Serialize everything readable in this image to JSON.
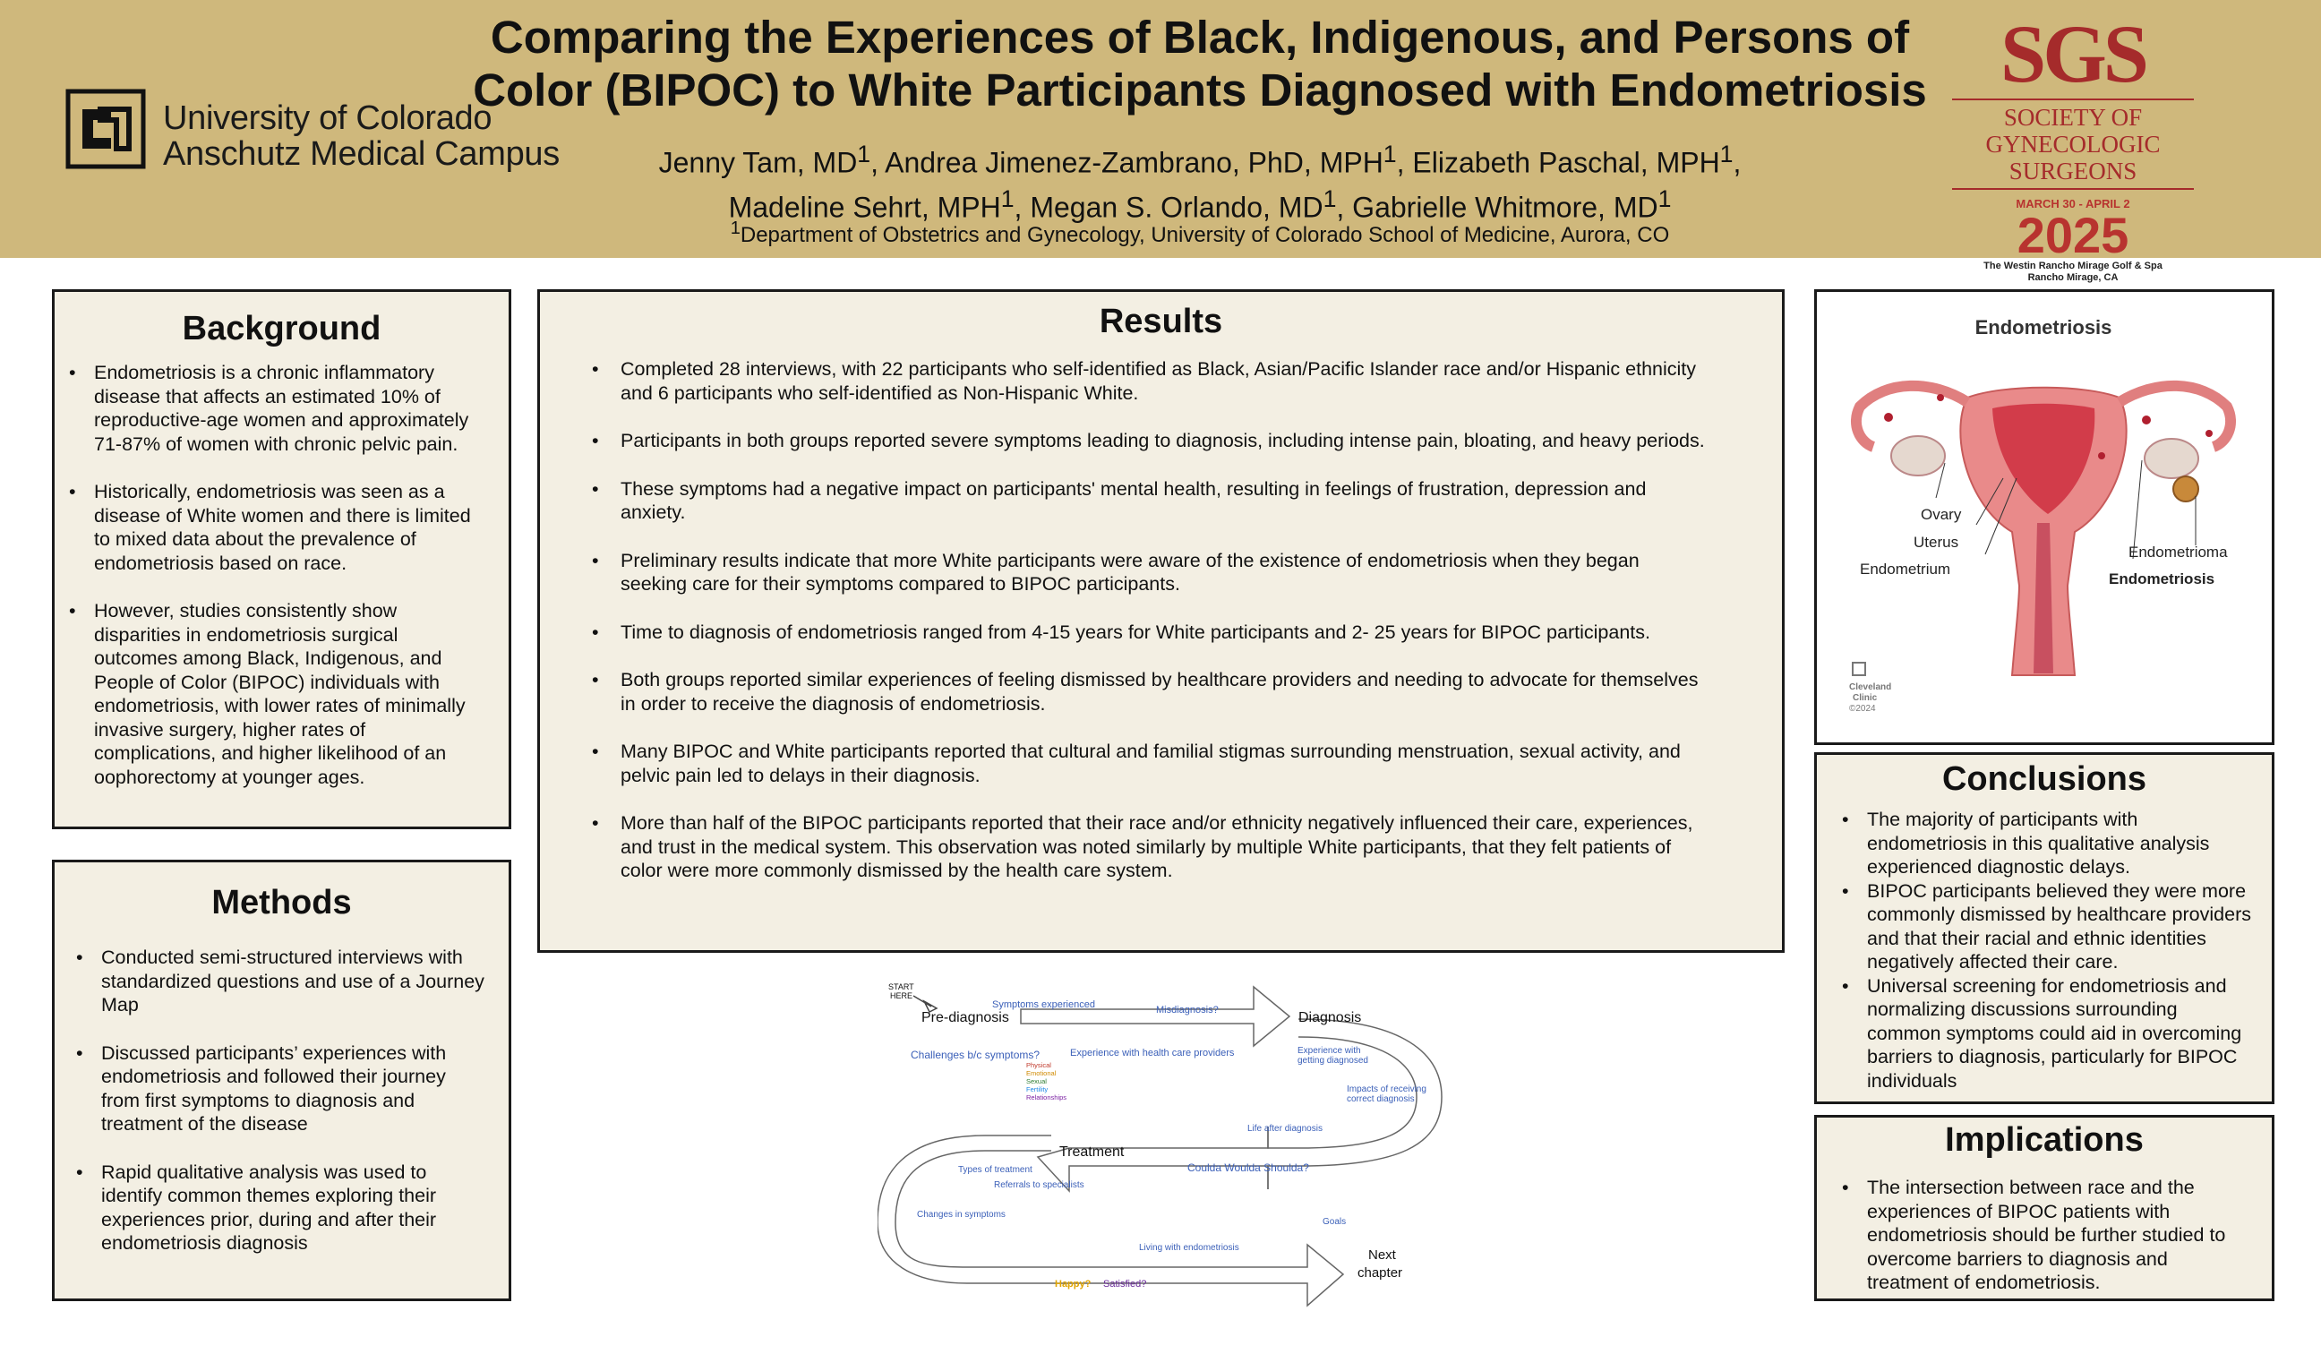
{
  "header": {
    "title_line1": "Comparing the Experiences of Black, Indigenous, and Persons of",
    "title_line2": "Color (BIPOC) to White Participants Diagnosed with Endometriosis",
    "authors": [
      {
        "name": "Jenny Tam, MD",
        "sup": "1",
        "sep": ", "
      },
      {
        "name": "Andrea Jimenez-Zambrano, PhD, MPH",
        "sup": "1",
        "sep": ", "
      },
      {
        "name": "Elizabeth Paschal, MPH",
        "sup": "1",
        "sep": ","
      },
      {
        "name": "Madeline Sehrt, MPH",
        "sup": "1",
        "sep": ", "
      },
      {
        "name": "Megan S. Orlando, MD",
        "sup": "1",
        "sep": ", "
      },
      {
        "name": "Gabrielle Whitmore, MD",
        "sup": "1",
        "sep": ""
      }
    ],
    "affiliation_sup": "1",
    "affiliation": "Department of Obstetrics and Gynecology, University of Colorado School of Medicine, Aurora, CO",
    "university_line1": "University of Colorado",
    "university_line2": "Anschutz Medical Campus",
    "society_mark": "SGS",
    "society_line1": "SOCIETY OF",
    "society_line2": "GYNECOLOGIC SURGEONS",
    "meeting_dates": "MARCH 30 - APRIL 2",
    "meeting_year": "2025",
    "meeting_venue_line1": "The Westin Rancho Mirage Golf & Spa",
    "meeting_venue_line2": "Rancho Mirage, CA",
    "colors": {
      "header_bg": "#cfb87c",
      "panel_bg": "#f3efe3",
      "sgs_red": "#a52b2b"
    }
  },
  "background": {
    "heading": "Background",
    "bullets": [
      "Endometriosis is a chronic inflammatory disease that affects an estimated 10% of reproductive-age women and approximately 71-87% of women with chronic pelvic pain.",
      "Historically, endometriosis was seen as a disease of White women and there is limited to mixed data about the prevalence of endometriosis based on race.",
      "However, studies consistently show disparities in endometriosis surgical outcomes among Black, Indigenous, and People of Color (BIPOC) individuals with endometriosis, with lower rates of minimally invasive surgery, higher rates of complications, and higher likelihood of an oophorectomy at younger ages."
    ]
  },
  "methods": {
    "heading": "Methods",
    "bullets": [
      "Conducted semi-structured interviews with standardized questions and use of a Journey Map",
      "Discussed participants’ experiences with endometriosis and followed their journey from first symptoms to diagnosis and treatment of the disease",
      "Rapid qualitative analysis was used to identify common themes exploring their experiences prior, during and after their endometriosis diagnosis"
    ]
  },
  "results": {
    "heading": "Results",
    "bullets": [
      "Completed 28 interviews, with 22 participants who self-identified as Black, Asian/Pacific Islander race and/or Hispanic ethnicity and 6 participants who self-identified as Non-Hispanic White.",
      "Participants in both groups reported severe symptoms leading to diagnosis, including intense pain, bloating, and heavy periods.",
      "These symptoms had a negative impact on participants' mental health, resulting in feelings of frustration, depression and anxiety.",
      "Preliminary results indicate that more White participants were aware of the existence of endometriosis when they began seeking care for their symptoms compared to BIPOC participants.",
      "Time to diagnosis of endometriosis ranged from 4-15 years for White participants and 2- 25 years for BIPOC participants.",
      "Both groups reported similar experiences of feeling dismissed by healthcare providers and needing to advocate for themselves in order to receive the diagnosis of endometriosis.",
      "Many BIPOC and White participants reported that cultural and familial stigmas surrounding menstruation, sexual activity, and pelvic pain led to delays in their diagnosis.",
      "More than half of the BIPOC participants reported that their race and/or ethnicity negatively influenced their care, experiences, and trust in the medical system. This observation was noted similarly by multiple White participants, that they felt patients of color were more commonly dismissed by the health care system."
    ]
  },
  "figure": {
    "title": "Endometriosis",
    "labels": {
      "ovary": "Ovary",
      "uterus": "Uterus",
      "endometrium": "Endometrium",
      "endometrioma": "Endometrioma",
      "endometriosis": "Endometriosis"
    },
    "credit_line1": "Cleveland",
    "credit_line2": "Clinic",
    "credit_line3": "©2024"
  },
  "conclusions": {
    "heading": "Conclusions",
    "bullets": [
      "The majority of participants with endometriosis in this qualitative analysis experienced diagnostic delays.",
      "BIPOC participants believed they were more commonly dismissed by healthcare providers and that their racial and ethnic identities negatively affected their care.",
      "Universal screening for endometriosis and normalizing discussions surrounding common symptoms could aid in overcoming barriers to diagnosis, particularly for BIPOC individuals"
    ]
  },
  "implications": {
    "heading": "Implications",
    "bullets": [
      "The intersection between race and the experiences of BIPOC patients with endometriosis should be further studied to overcome barriers to diagnosis and treatment of endometriosis."
    ]
  },
  "journey_map": {
    "start_line1": "START",
    "start_line2": "HERE",
    "stage_prediagnosis": "Pre-diagnosis",
    "stage_diagnosis": "Diagnosis",
    "stage_treatment": "Treatment",
    "next_line1": "Next",
    "next_line2": "chapter",
    "symptoms_experienced": "Symptoms experienced",
    "misdiagnosis": "Misdiagnosis?",
    "challenges": "Challenges b/c symptoms?",
    "experience_providers": "Experience with health care providers",
    "experience_getting_line1": "Experience with",
    "experience_getting_line2": "getting diagnosed",
    "impacts_line1": "Impacts of receiving",
    "impacts_line2": "correct diagnosis",
    "life_after": "Life after diagnosis",
    "coulda": "Coulda Woulda Shoulda?",
    "types_treatment": "Types of treatment",
    "referrals": "Referrals to specialists",
    "changes": "Changes in symptoms",
    "goals": "Goals",
    "living": "Living with endometriosis",
    "happy": "Happy?",
    "satisfied": "Satisfied?",
    "challenge_types": [
      "Physical",
      "Emotional",
      "Sexual",
      "Fertility",
      "Relationships"
    ],
    "colors": {
      "label_blue": "#3a5fb8",
      "happy": "#e0a400",
      "satisfied": "#6a2a9a"
    }
  }
}
